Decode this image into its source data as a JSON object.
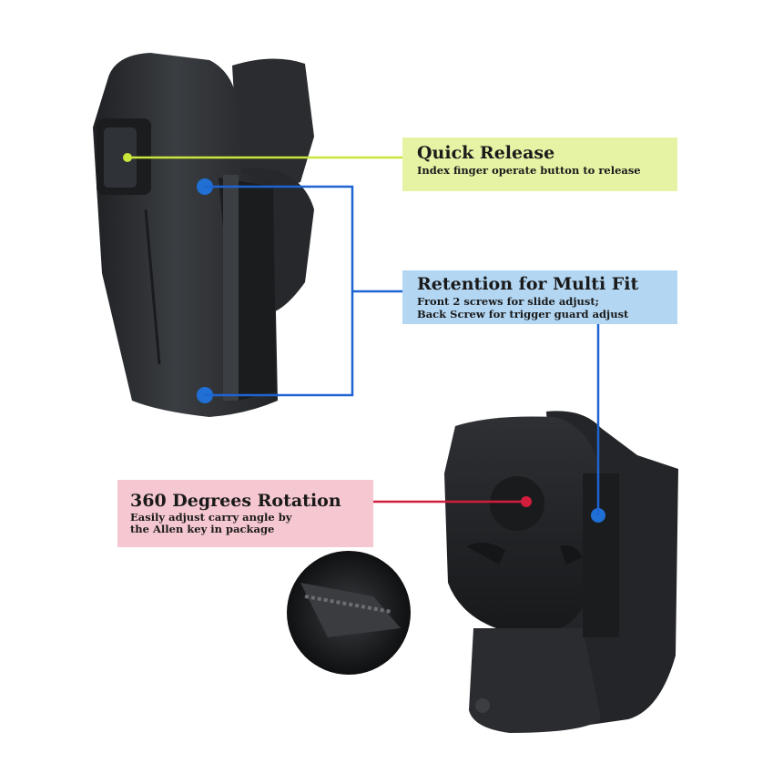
{
  "callouts": {
    "quick_release": {
      "title": "Quick Release",
      "description": "Index finger operate button to release"
    },
    "retention": {
      "title": "Retention for Multi Fit",
      "line1": "Front 2 screws for slide adjust;",
      "line2": "Back Screw for trigger guard adjust"
    },
    "rotation": {
      "title": "360 Degrees Rotation",
      "line1": "Easily adjust carry angle by",
      "line2": "the Allen key in package"
    }
  },
  "colors": {
    "quick_release": "#c8e63c",
    "retention": "#1e64d2",
    "rotation": "#d21e3c",
    "holster": "#2b2d30"
  }
}
